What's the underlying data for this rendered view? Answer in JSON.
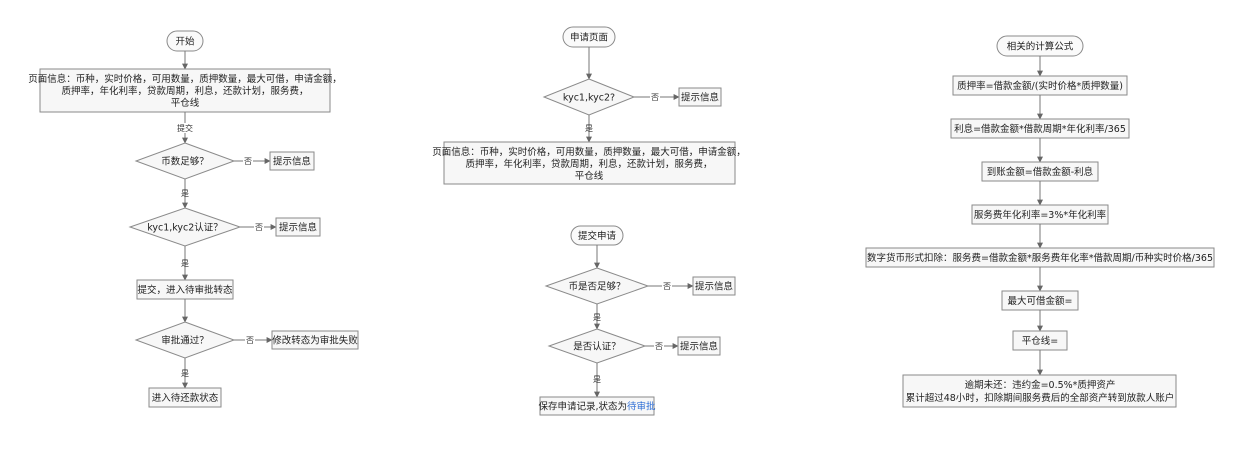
{
  "flow1": {
    "start": "开始",
    "info_lines": [
      "页面信息：币种，实时价格，可用数量，质押数量，最大可借，申请金额，",
      "质押率，年化利率，贷款周期，利息，还款计划，服务费，",
      "平仓线"
    ],
    "submit_label": "提交",
    "d1": "币数足够？",
    "d1_no": "否",
    "d1_no_box": "提示信息",
    "d1_yes": "是",
    "d2": "kyc1,kyc2认证？",
    "d2_no": "否",
    "d2_no_box": "提示信息",
    "d2_yes": "是",
    "step": "提交，进入待审批转态",
    "d3": "审批通过？",
    "d3_no": "否",
    "d3_no_box": "修改转态为审批失败",
    "d3_yes": "是",
    "end": "进入待还款状态"
  },
  "flow2": {
    "start": "申请页面",
    "d1": "kyc1,kyc2?",
    "d1_no": "否",
    "d1_no_box": "提示信息",
    "d1_yes": "是",
    "info_lines": [
      "页面信息：币种，实时价格，可用数量，质押数量，最大可借，申请金额，",
      "质押率，年化利率，贷款周期，利息，还款计划，服务费，",
      "平仓线"
    ]
  },
  "flow3": {
    "start": "提交申请",
    "d1": "币是否足够？",
    "d1_no": "否",
    "d1_no_box": "提示信息",
    "d1_yes": "是",
    "d2": "是否认证？",
    "d2_no": "否",
    "d2_no_box": "提示信息",
    "d2_yes": "是",
    "end_prefix": "保存申请记录,状态为",
    "end_status": "待审批"
  },
  "flow4": {
    "start": "相关的计算公式",
    "f1": "质押率=借款金额/(实时价格*质押数量)",
    "f2": "利息=借款金额*借款周期*年化利率/365",
    "f3": "到账金额=借款金额-利息",
    "f4": "服务费年化利率=3%*年化利率",
    "f5": "数字货币形式扣除：服务费=借款金额*服务费年化率*借款周期/币种实时价格/365",
    "f6": "最大可借金额=",
    "f7": "平仓线=",
    "f8_lines": [
      "逾期未还：违约金=0.5%*质押资产",
      "累计超过48小时，扣除期间服务费后的全部资产转到放款人账户"
    ]
  },
  "colors": {
    "stroke": "#8a8a8a",
    "fill": "#f7f7f7",
    "status_blue": "#2f6fd6"
  }
}
